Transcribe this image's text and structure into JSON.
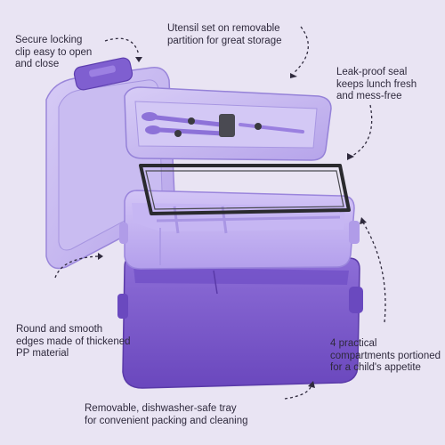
{
  "callouts": {
    "lock": [
      "Secure locking",
      "clip easy to open",
      "and close"
    ],
    "utensil": [
      "Utensil set on removable",
      "partition for great storage"
    ],
    "seal": [
      "Leak-proof seal",
      "keeps lunch fresh",
      "and mess-free"
    ],
    "edges": [
      "Round and smooth",
      "edges made of thickened",
      "PP material"
    ],
    "compartments": [
      "4 practical",
      "compartments portioned",
      "for a child's appetite"
    ],
    "tray": [
      "Removable, dishwasher-safe tray",
      "for convenient packing and cleaning"
    ]
  },
  "colors": {
    "background": "#e9e4f3",
    "lid": "#c7b8ef",
    "tray": "#c4b0f2",
    "base": "#7d5ccc",
    "seal": "#2a2a2e",
    "text": "#2f2a3d"
  },
  "icons": {
    "arrow": "dashed-curved-arrow-icon"
  }
}
